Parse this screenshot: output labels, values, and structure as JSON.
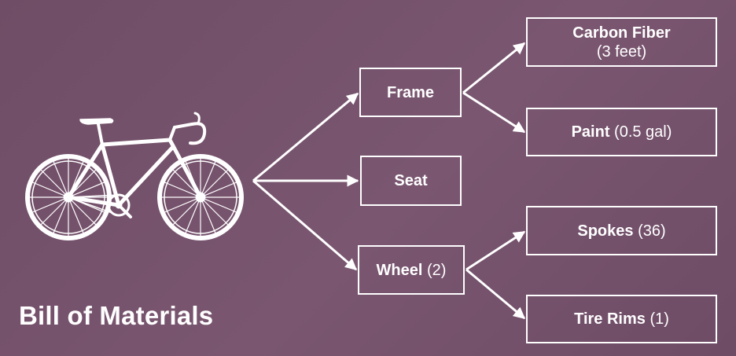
{
  "title": "Bill of Materials",
  "colors": {
    "background": "#744f6b",
    "foreground": "#ffffff"
  },
  "illustration": "road-bicycle-icon",
  "nodes": {
    "frame": {
      "label": "Frame",
      "qty": ""
    },
    "seat": {
      "label": "Seat",
      "qty": ""
    },
    "wheel": {
      "label": "Wheel",
      "qty": " (2)"
    },
    "carbon": {
      "label": "Carbon Fiber",
      "qty": "(3 feet)"
    },
    "paint": {
      "label": "Paint",
      "qty": " (0.5 gal)"
    },
    "spokes": {
      "label": "Spokes",
      "qty": " (36)"
    },
    "rims": {
      "label": "Tire Rims",
      "qty": " (1)"
    }
  },
  "edges": [
    [
      "bicycle",
      "frame"
    ],
    [
      "bicycle",
      "seat"
    ],
    [
      "bicycle",
      "wheel"
    ],
    [
      "frame",
      "carbon"
    ],
    [
      "frame",
      "paint"
    ],
    [
      "wheel",
      "spokes"
    ],
    [
      "wheel",
      "rims"
    ]
  ]
}
